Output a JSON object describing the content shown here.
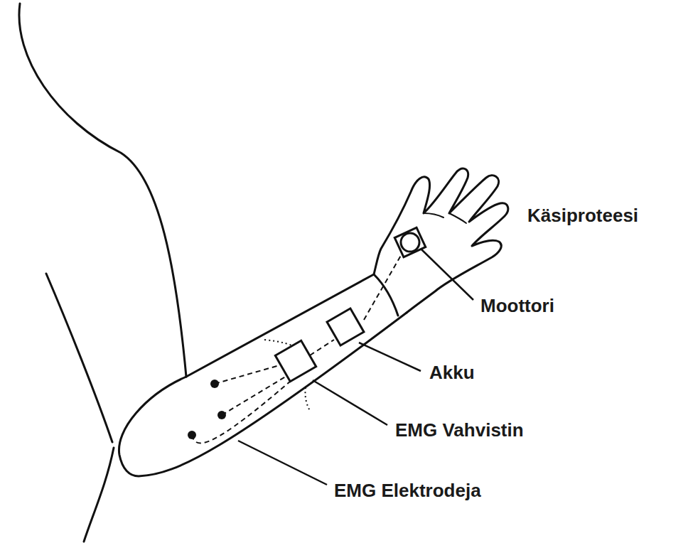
{
  "diagram": {
    "labels": [
      "Käsiproteesi",
      "Moottori",
      "Akku",
      "EMG Vahvistin",
      "EMG Elektrodeja"
    ]
  }
}
